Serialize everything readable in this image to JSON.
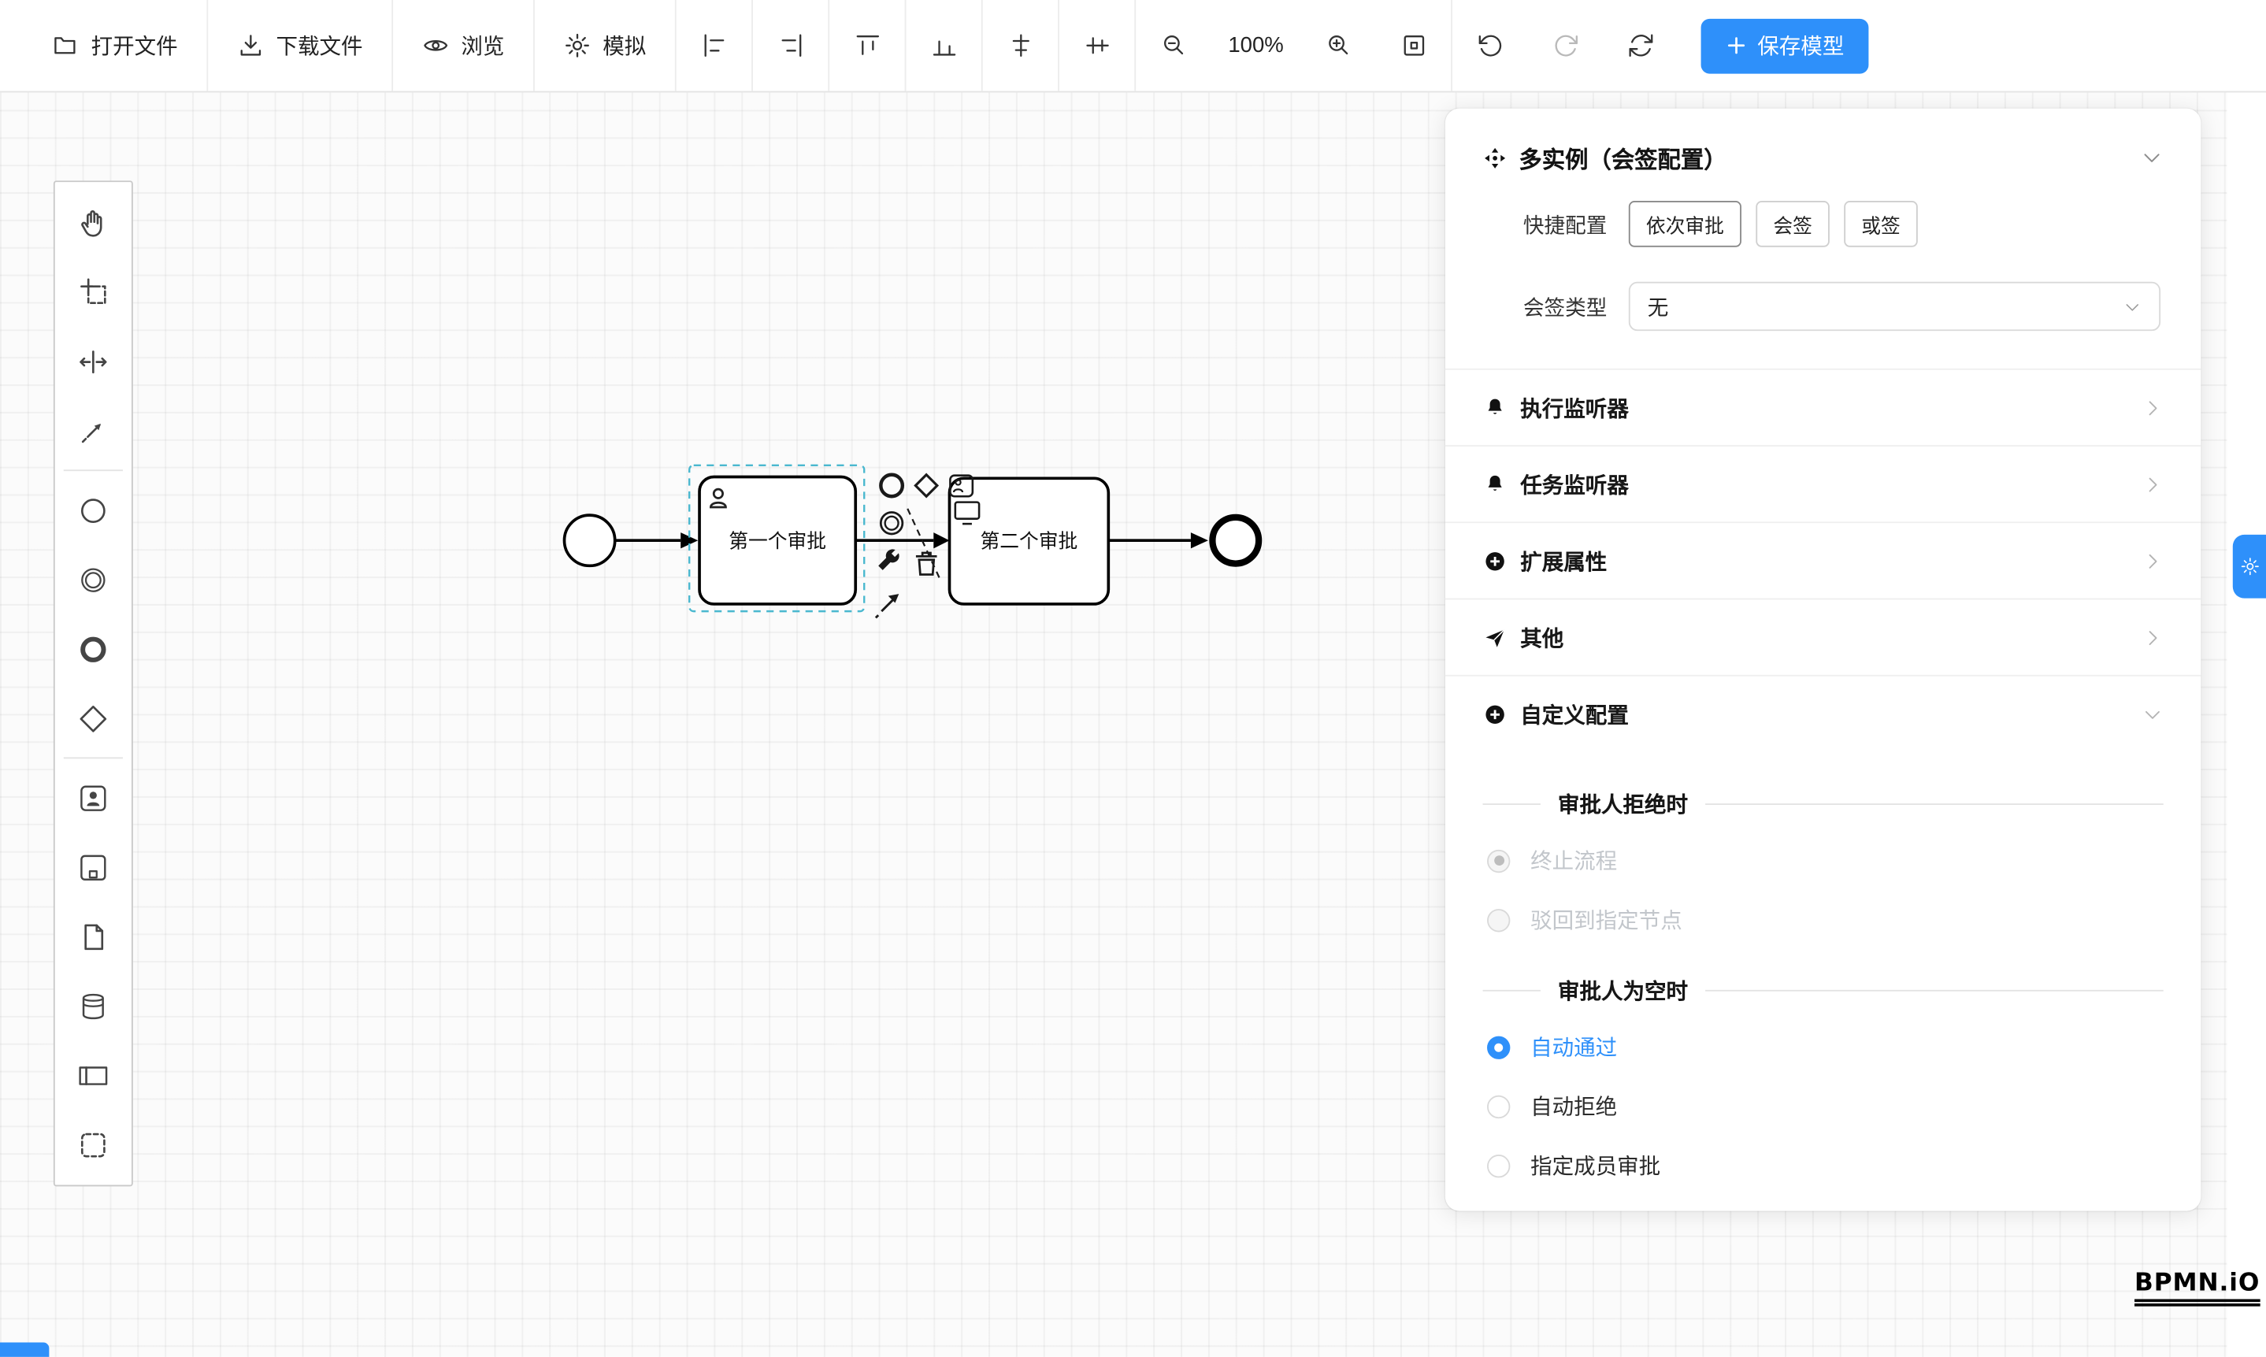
{
  "toolbar": {
    "open_file": "打开文件",
    "download_file": "下载文件",
    "preview": "浏览",
    "simulate": "模拟",
    "zoom_level": "100%",
    "save_model": "保存模型"
  },
  "canvas": {
    "task1_label": "第一个审批",
    "task2_label": "第二个审批"
  },
  "panel": {
    "title": "多实例（会签配置）",
    "quick_config": {
      "label": "快捷配置",
      "options": [
        "依次审批",
        "会签",
        "或签"
      ]
    },
    "sign_type": {
      "label": "会签类型",
      "value": "无"
    },
    "collapse_rows": [
      {
        "label": "执行监听器",
        "icon": "bell-icon"
      },
      {
        "label": "任务监听器",
        "icon": "bell-icon"
      },
      {
        "label": "扩展属性",
        "icon": "plus-circle-icon"
      },
      {
        "label": "其他",
        "icon": "send-icon"
      },
      {
        "label": "自定义配置",
        "icon": "plus-circle-icon"
      }
    ],
    "reject_section": {
      "title": "审批人拒绝时",
      "options": [
        {
          "label": "终止流程",
          "selected": true,
          "disabled": true
        },
        {
          "label": "驳回到指定节点",
          "selected": false,
          "disabled": true
        }
      ]
    },
    "empty_section": {
      "title": "审批人为空时",
      "options": [
        {
          "label": "自动通过",
          "selected": true,
          "disabled": false
        },
        {
          "label": "自动拒绝",
          "selected": false,
          "disabled": false
        },
        {
          "label": "指定成员审批",
          "selected": false,
          "disabled": false
        }
      ]
    }
  },
  "logo": "BPMN.iO",
  "colors": {
    "primary": "#2E90FA",
    "selection": "#4ab8cf"
  }
}
